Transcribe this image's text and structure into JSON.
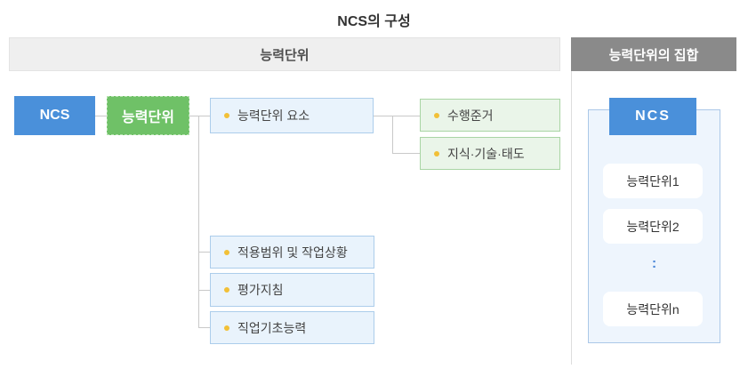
{
  "title": "NCS의 구성",
  "headers": {
    "left": "능력단위",
    "right": "능력단위의 집합"
  },
  "left_diagram": {
    "root_label": "NCS",
    "unit_label": "능력단위",
    "element_label": "능력단위 요소",
    "element_children": [
      "수행준거",
      "지식·기술·태도"
    ],
    "unit_children": [
      "적용범위 및 작업상황",
      "평가지침",
      "직업기초능력"
    ]
  },
  "right_panel": {
    "root_label": "NCS",
    "items": [
      "능력단위1",
      "능력단위2",
      "능력단위n"
    ],
    "ellipsis": ":"
  },
  "colors": {
    "accent_blue": "#4a90da",
    "accent_green": "#6fc167",
    "light_blue_fill": "#e9f3fc",
    "light_green_fill": "#eaf5e9",
    "header_gray": "#efefef",
    "header_dark_gray": "#8a8a8a",
    "bullet_yellow": "#f2c037",
    "connector_gray": "#c9c9c9"
  }
}
